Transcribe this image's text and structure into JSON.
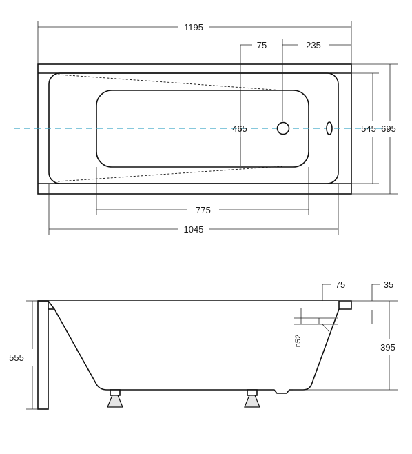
{
  "top_view": {
    "overall_length": "1195",
    "overflow_offset": "75",
    "overflow_to_edge": "235",
    "inner_bottom_width": "465",
    "inner_width": "545",
    "overall_width": "695",
    "bottom_length": "775",
    "inner_length": "1045"
  },
  "side_view": {
    "overall_height": "555",
    "rim_offset": "75",
    "rim_thickness": "35",
    "depth": "395",
    "overflow_pipe": "n52"
  }
}
